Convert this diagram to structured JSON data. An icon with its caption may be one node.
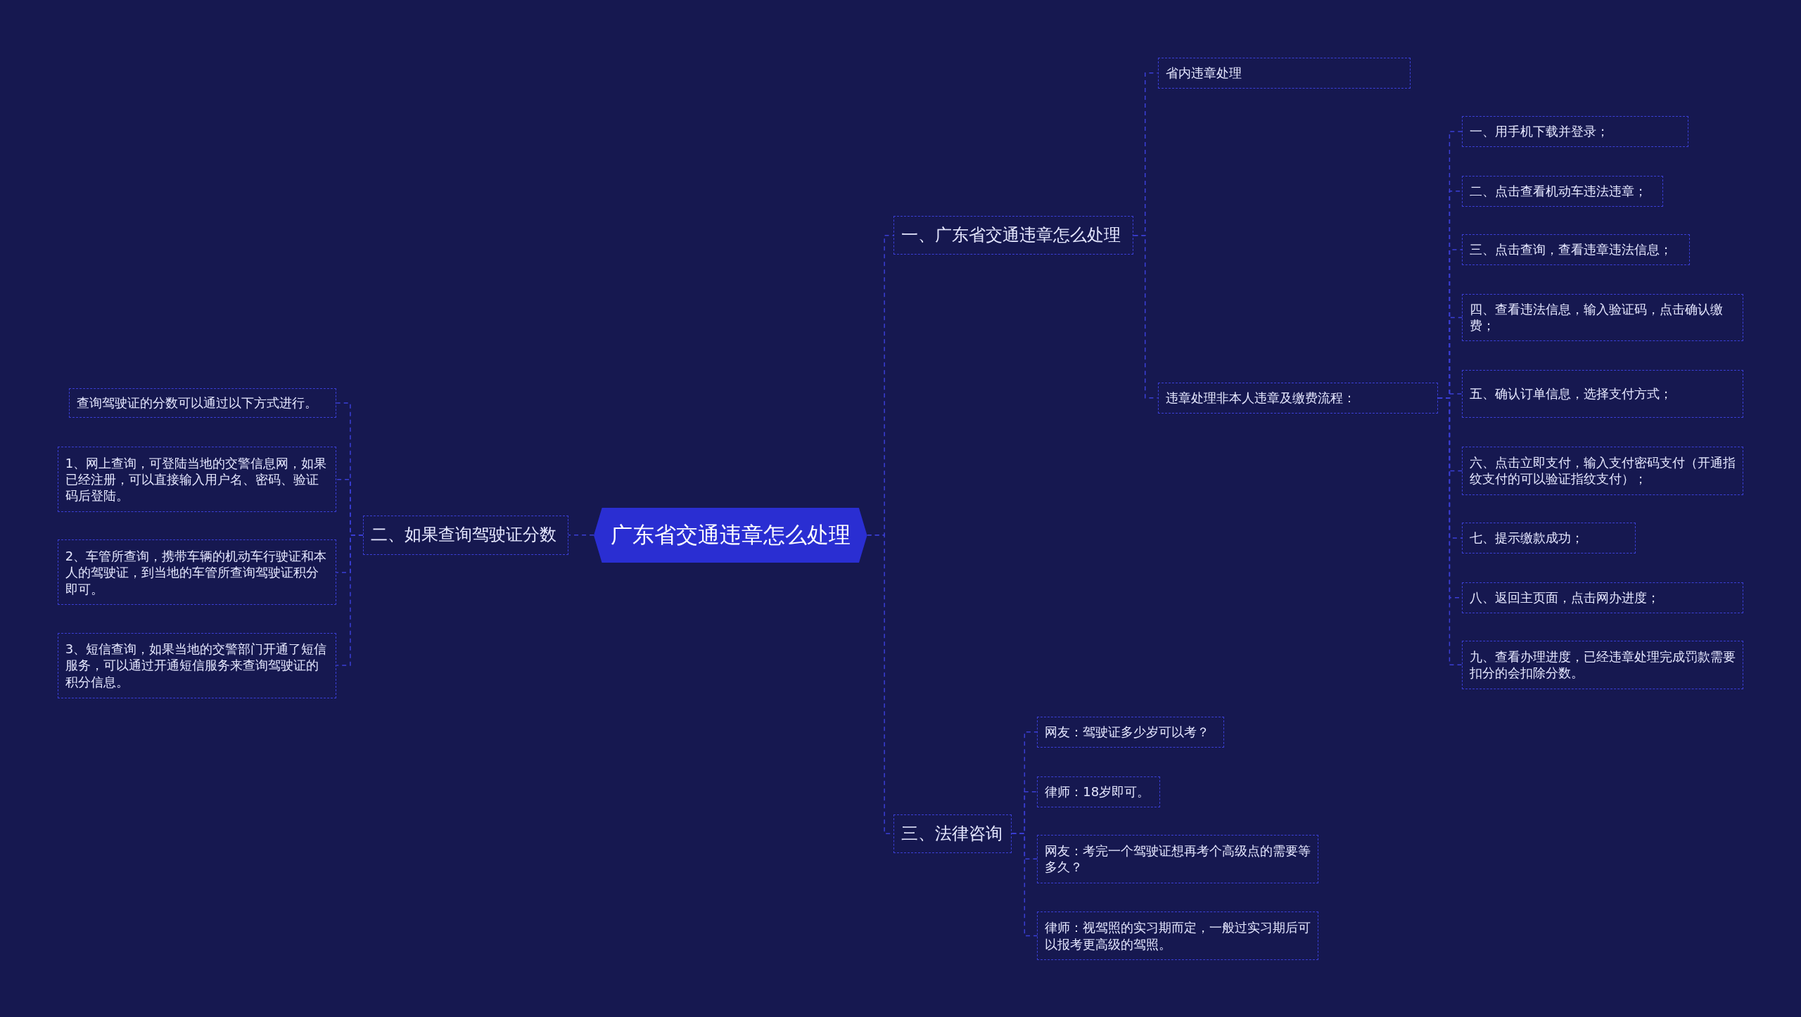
{
  "diagram": {
    "nodes": [
      {
        "text": [
          "广东省交通违章怎么处理"
        ]
      },
      {
        "text": [
          "一、广东省交通违章怎么处理"
        ]
      },
      {
        "text": [
          "省内违章处理"
        ]
      },
      {
        "text": [
          "违章处理非本人违章及缴费流程："
        ]
      },
      {
        "text": [
          "一、用手机下载并登录；"
        ]
      },
      {
        "text": [
          "二、点击查看机动车违法违章；"
        ]
      },
      {
        "text": [
          "三、点击查询，查看违章违法信息；"
        ]
      },
      {
        "text": [
          "四、查看违法信息，输入验证码，点击确认缴费；"
        ]
      },
      {
        "text": [
          "五、确认订单信息，选择支付方式；"
        ]
      },
      {
        "text": [
          "六、点击立即支付，输入支付密码支付（开通指纹支付的可以验证指纹支付）；"
        ]
      },
      {
        "text": [
          "七、提示缴款成功；"
        ]
      },
      {
        "text": [
          "八、返回主页面，点击网办进度；"
        ]
      },
      {
        "text": [
          "九、查看办理进度，已经违章处理完成罚款需要扣分的会扣除分数。"
        ]
      },
      {
        "text": [
          "二、如果查询驾驶证分数"
        ]
      },
      {
        "text": [
          "查询驾驶证的分数可以通过以下方式进行。"
        ]
      },
      {
        "text": [
          "1、网上查询，可登陆当地的交警信息网，如果已经注册，可以直接输入用户名、密码、验证码后登陆。"
        ]
      },
      {
        "text": [
          "2、车管所查询，携带车辆的机动车行驶证和本人的驾驶证，到当地的车管所查询驾驶证积分即可。"
        ]
      },
      {
        "text": [
          "3、短信查询，如果当地的交警部门开通了短信服务，可以通过开通短信服务来查询驾驶证的积分信息。"
        ]
      },
      {
        "text": [
          "三、法律咨询"
        ]
      },
      {
        "text": [
          "网友：驾驶证多少岁可以考？"
        ]
      },
      {
        "text": [
          "律师：18岁即可。"
        ]
      },
      {
        "text": [
          "网友：考完一个驾驶证想再考个高级点的需要等多久？"
        ]
      },
      {
        "text": [
          "律师：视驾照的实习期而定，一般过实习期后可以报考更高级的驾照。"
        ]
      }
    ],
    "edges": [
      {
        "from": 0,
        "to": 1,
        "arrow": "none",
        "style": "dashed"
      },
      {
        "from": 0,
        "to": 13,
        "arrow": "none",
        "style": "dashed"
      },
      {
        "from": 0,
        "to": 18,
        "arrow": "none",
        "style": "dashed"
      },
      {
        "from": 1,
        "to": 2,
        "arrow": "none",
        "style": "dashed"
      },
      {
        "from": 1,
        "to": 3,
        "arrow": "none",
        "style": "dashed"
      },
      {
        "from": 3,
        "to": 4,
        "arrow": "none",
        "style": "dashed"
      },
      {
        "from": 3,
        "to": 5,
        "arrow": "none",
        "style": "dashed"
      },
      {
        "from": 3,
        "to": 6,
        "arrow": "none",
        "style": "dashed"
      },
      {
        "from": 3,
        "to": 7,
        "arrow": "none",
        "style": "dashed"
      },
      {
        "from": 3,
        "to": 8,
        "arrow": "none",
        "style": "dashed"
      },
      {
        "from": 3,
        "to": 9,
        "arrow": "none",
        "style": "dashed"
      },
      {
        "from": 3,
        "to": 10,
        "arrow": "none",
        "style": "dashed"
      },
      {
        "from": 3,
        "to": 11,
        "arrow": "none",
        "style": "dashed"
      },
      {
        "from": 3,
        "to": 12,
        "arrow": "none",
        "style": "dashed"
      },
      {
        "from": 13,
        "to": 14,
        "arrow": "none",
        "style": "dashed"
      },
      {
        "from": 13,
        "to": 15,
        "arrow": "none",
        "style": "dashed"
      },
      {
        "from": 13,
        "to": 16,
        "arrow": "none",
        "style": "dashed"
      },
      {
        "from": 13,
        "to": 17,
        "arrow": "none",
        "style": "dashed"
      },
      {
        "from": 18,
        "to": 19,
        "arrow": "none",
        "style": "dashed"
      },
      {
        "from": 18,
        "to": 20,
        "arrow": "none",
        "style": "dashed"
      },
      {
        "from": 18,
        "to": 21,
        "arrow": "none",
        "style": "dashed"
      },
      {
        "from": 18,
        "to": 22,
        "arrow": "none",
        "style": "dashed"
      }
    ]
  }
}
